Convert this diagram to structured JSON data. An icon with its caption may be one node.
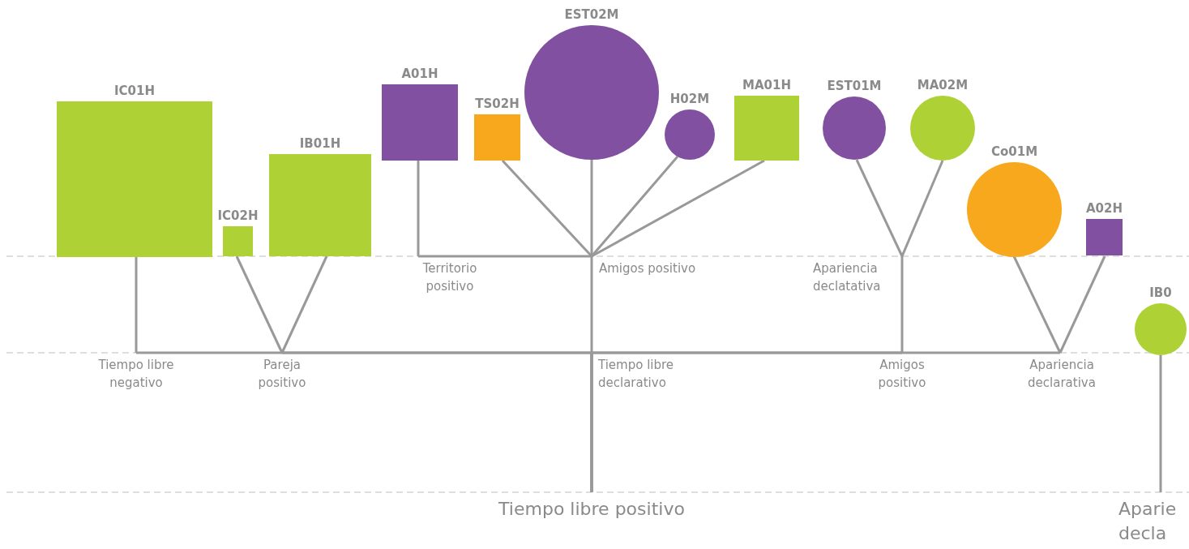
{
  "diagram": {
    "nodes": [
      {
        "text": [
          "IC01H"
        ]
      },
      {
        "text": [
          "IC02H"
        ]
      },
      {
        "text": [
          "IB01H"
        ]
      },
      {
        "text": [
          "A01H"
        ]
      },
      {
        "text": [
          "TS02H"
        ]
      },
      {
        "text": [
          "EST02M"
        ]
      },
      {
        "text": [
          "H02M"
        ]
      },
      {
        "text": [
          "MA01H"
        ]
      },
      {
        "text": [
          "EST01M"
        ]
      },
      {
        "text": [
          "MA02M"
        ]
      },
      {
        "text": [
          "Co01M"
        ]
      },
      {
        "text": [
          "A02H"
        ]
      },
      {
        "text": [
          "IB0"
        ]
      },
      {
        "text": [
          "Territorio positivo"
        ]
      },
      {
        "text": [
          "Amigos positivo"
        ]
      },
      {
        "text": [
          "Apariencia declatativa"
        ]
      },
      {
        "text": [
          "Tiempo libre negativo"
        ]
      },
      {
        "text": [
          "Pareja positivo"
        ]
      },
      {
        "text": [
          "Tiempo libre declarativo"
        ]
      },
      {
        "text": [
          "Amigos positivo"
        ]
      },
      {
        "text": [
          "Apariencia declarativa"
        ]
      },
      {
        "text": [
          "Tiempo libre positivo"
        ]
      },
      {
        "text": [
          "Aparie decla"
        ]
      }
    ],
    "edges": [
      {
        "from": 0,
        "to": 16,
        "arrow": "none"
      },
      {
        "from": 1,
        "to": 17,
        "arrow": "none"
      },
      {
        "from": 2,
        "to": 17,
        "arrow": "none"
      },
      {
        "from": 3,
        "to": 13,
        "arrow": "none"
      },
      {
        "from": 13,
        "to": 14,
        "arrow": "none"
      },
      {
        "from": 4,
        "to": 14,
        "arrow": "none"
      },
      {
        "from": 5,
        "to": 14,
        "arrow": "none"
      },
      {
        "from": 6,
        "to": 14,
        "arrow": "none"
      },
      {
        "from": 7,
        "to": 14,
        "arrow": "none"
      },
      {
        "from": 8,
        "to": 15,
        "arrow": "none"
      },
      {
        "from": 9,
        "to": 15,
        "arrow": "none"
      },
      {
        "from": 10,
        "to": 20,
        "arrow": "none"
      },
      {
        "from": 11,
        "to": 20,
        "arrow": "none"
      },
      {
        "from": 14,
        "to": 18,
        "arrow": "none"
      },
      {
        "from": 15,
        "to": 19,
        "arrow": "none"
      },
      {
        "from": 16,
        "to": 21,
        "arrow": "none"
      },
      {
        "from": 17,
        "to": 21,
        "arrow": "none"
      },
      {
        "from": 18,
        "to": 21,
        "arrow": "none"
      },
      {
        "from": 19,
        "to": 21,
        "arrow": "none"
      },
      {
        "from": 20,
        "to": 21,
        "arrow": "none"
      },
      {
        "from": 12,
        "to": 22,
        "arrow": "none"
      }
    ]
  }
}
